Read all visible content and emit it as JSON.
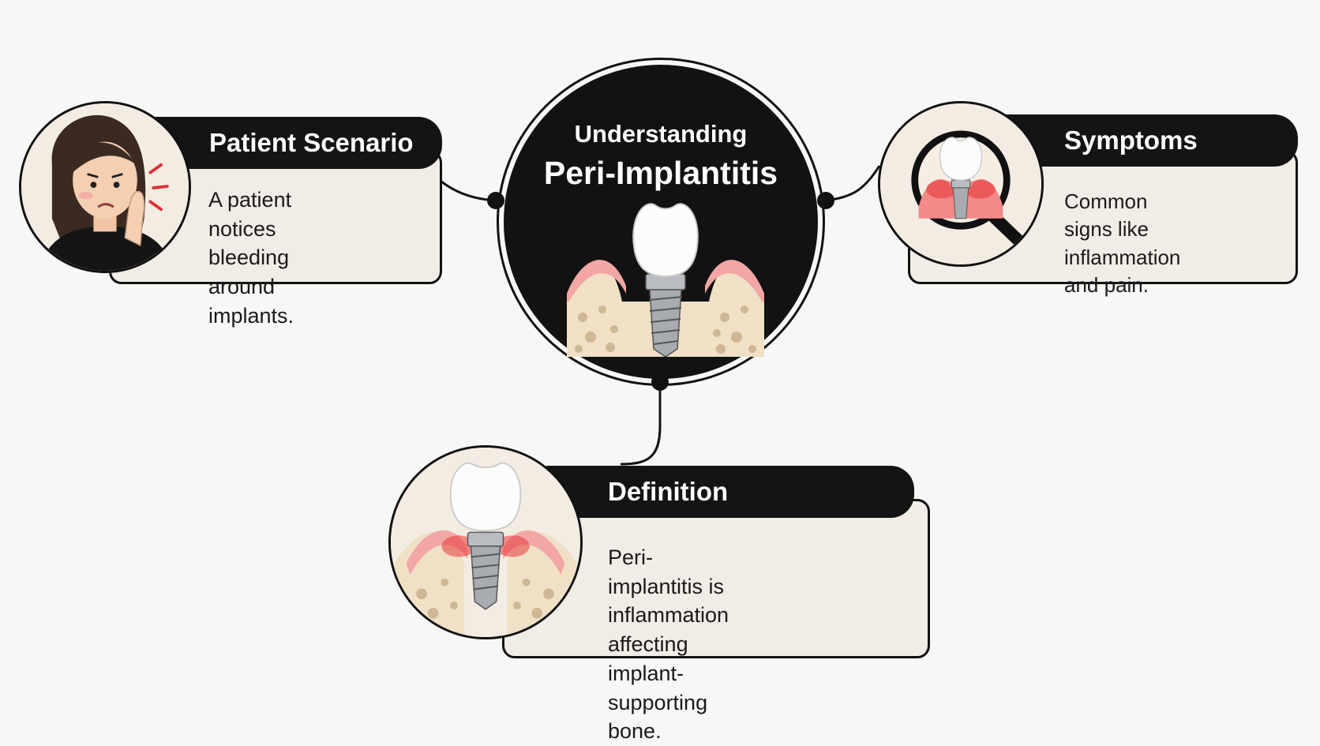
{
  "center": {
    "title_line1": "Understanding",
    "title_line2": "Peri-Implantitis",
    "icon": "dental-implant-icon"
  },
  "nodes": [
    {
      "id": "patient",
      "title": "Patient Scenario",
      "text_lines": [
        "A patient notices",
        "bleeding around",
        "implants."
      ],
      "icon": "worried-patient-icon"
    },
    {
      "id": "symptoms",
      "title": "Symptoms",
      "text_lines": [
        "Common signs like",
        "inflammation and pain."
      ],
      "icon": "magnifier-inflamed-implant-icon"
    },
    {
      "id": "definition",
      "title": "Definition",
      "text_lines": [
        "Peri-implantitis is",
        "inflammation affecting",
        "implant-supporting bone."
      ],
      "icon": "inflamed-implant-icon"
    }
  ],
  "colors": {
    "dark": "#141414",
    "card": "#f1ede6",
    "gum": "#f2a7a4",
    "inflamed": "#e8383a",
    "bone": "#efe0c6"
  }
}
